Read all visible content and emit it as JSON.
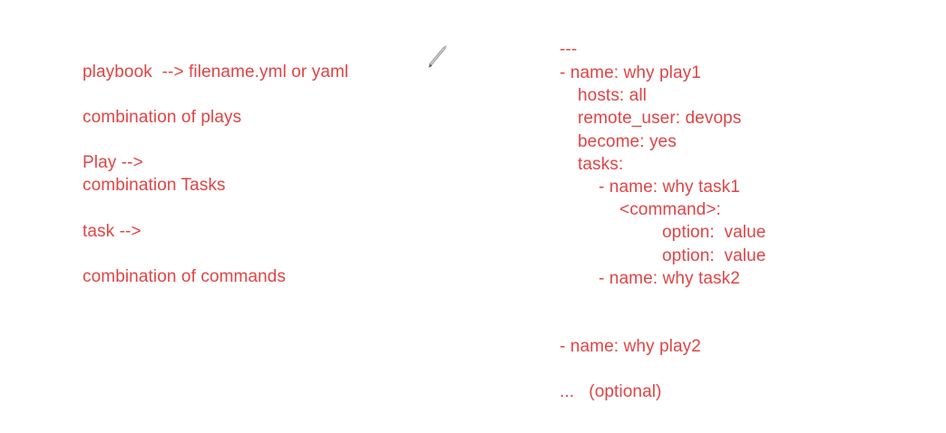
{
  "canvas": {
    "background_color": "#ffffff",
    "ink_color": "#e04445",
    "cursor_color": "#8a8a8a"
  },
  "left_column": {
    "lines": [
      {
        "text": "playbook  --> filename.yml or yaml"
      },
      {
        "text": "combination of plays"
      },
      {
        "text": "Play -->"
      },
      {
        "text": "combination Tasks"
      },
      {
        "text": "task -->"
      },
      {
        "text": "combination of commands"
      }
    ]
  },
  "yaml_column": {
    "lines": [
      {
        "text": "---",
        "indent": 0
      },
      {
        "text": "- name: why play1",
        "indent": 0
      },
      {
        "text": "hosts: all",
        "indent": 1
      },
      {
        "text": "remote_user: devops",
        "indent": 1
      },
      {
        "text": "become: yes",
        "indent": 1
      },
      {
        "text": "tasks:",
        "indent": 1
      },
      {
        "text": "- name: why task1",
        "indent": 2
      },
      {
        "text": "<command>:",
        "indent": 3
      },
      {
        "text": "option:  value",
        "indent": 4
      },
      {
        "text": "option:  value",
        "indent": 4
      },
      {
        "text": "- name: why task2",
        "indent": 2
      },
      {
        "text": "- name: why play2",
        "indent": 0
      },
      {
        "text": "...   (optional)",
        "indent": 0
      }
    ]
  },
  "cursor": {
    "icon": "pen-cursor-icon"
  }
}
